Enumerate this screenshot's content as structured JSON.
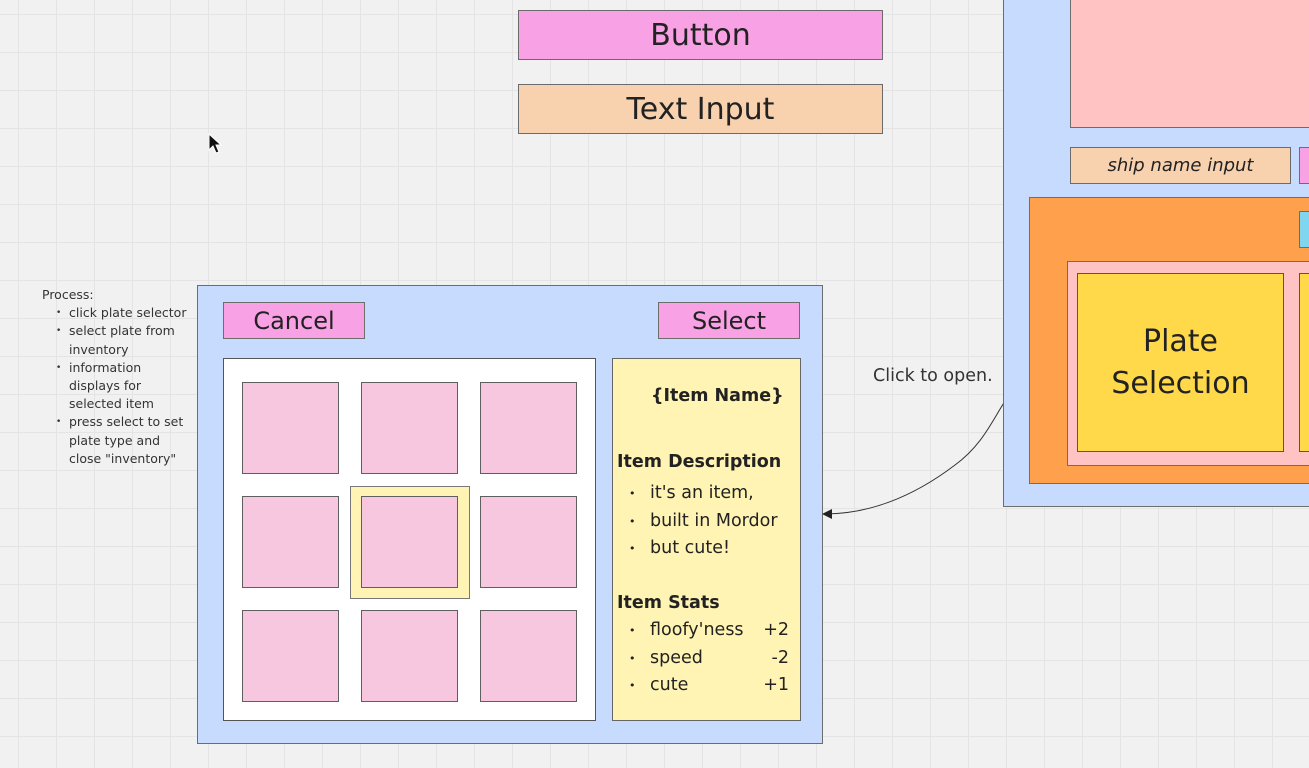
{
  "legend": {
    "button_label": "Button",
    "text_input_label": "Text Input"
  },
  "process": {
    "title": "Process:",
    "steps": [
      "click plate selector",
      "select plate from inventory",
      "information displays for selected item",
      "press select to set plate type and close \"inventory\""
    ]
  },
  "inventory": {
    "cancel_label": "Cancel",
    "select_label": "Select",
    "grid_rows": 3,
    "grid_cols": 3,
    "selected_slot_index": 4,
    "item": {
      "name": "{Item Name}",
      "description_heading": "Item Description",
      "description_lines": [
        "it's an item,",
        "built in Mordor",
        "but cute!"
      ],
      "stats_heading": "Item Stats",
      "stats": [
        {
          "name": "floofy'ness",
          "value": "+2"
        },
        {
          "name": "speed",
          "value": "-2"
        },
        {
          "name": "cute",
          "value": "+1"
        }
      ]
    }
  },
  "connector": {
    "caption": "Click to open."
  },
  "ship_screen": {
    "ship_name_placeholder": "ship name input",
    "plate_selection_label": "Plate Selection"
  },
  "colors": {
    "button_pink": "#f8a1e4",
    "text_input_peach": "#f8d2af",
    "panel_blue": "#c6dbfd",
    "item_pink": "#f6c7df",
    "info_yellow": "#fff4b3",
    "plate_yellow": "#ffd94a",
    "orange_frame": "#ffa04c",
    "preview_salmon": "#ffc3c3"
  }
}
